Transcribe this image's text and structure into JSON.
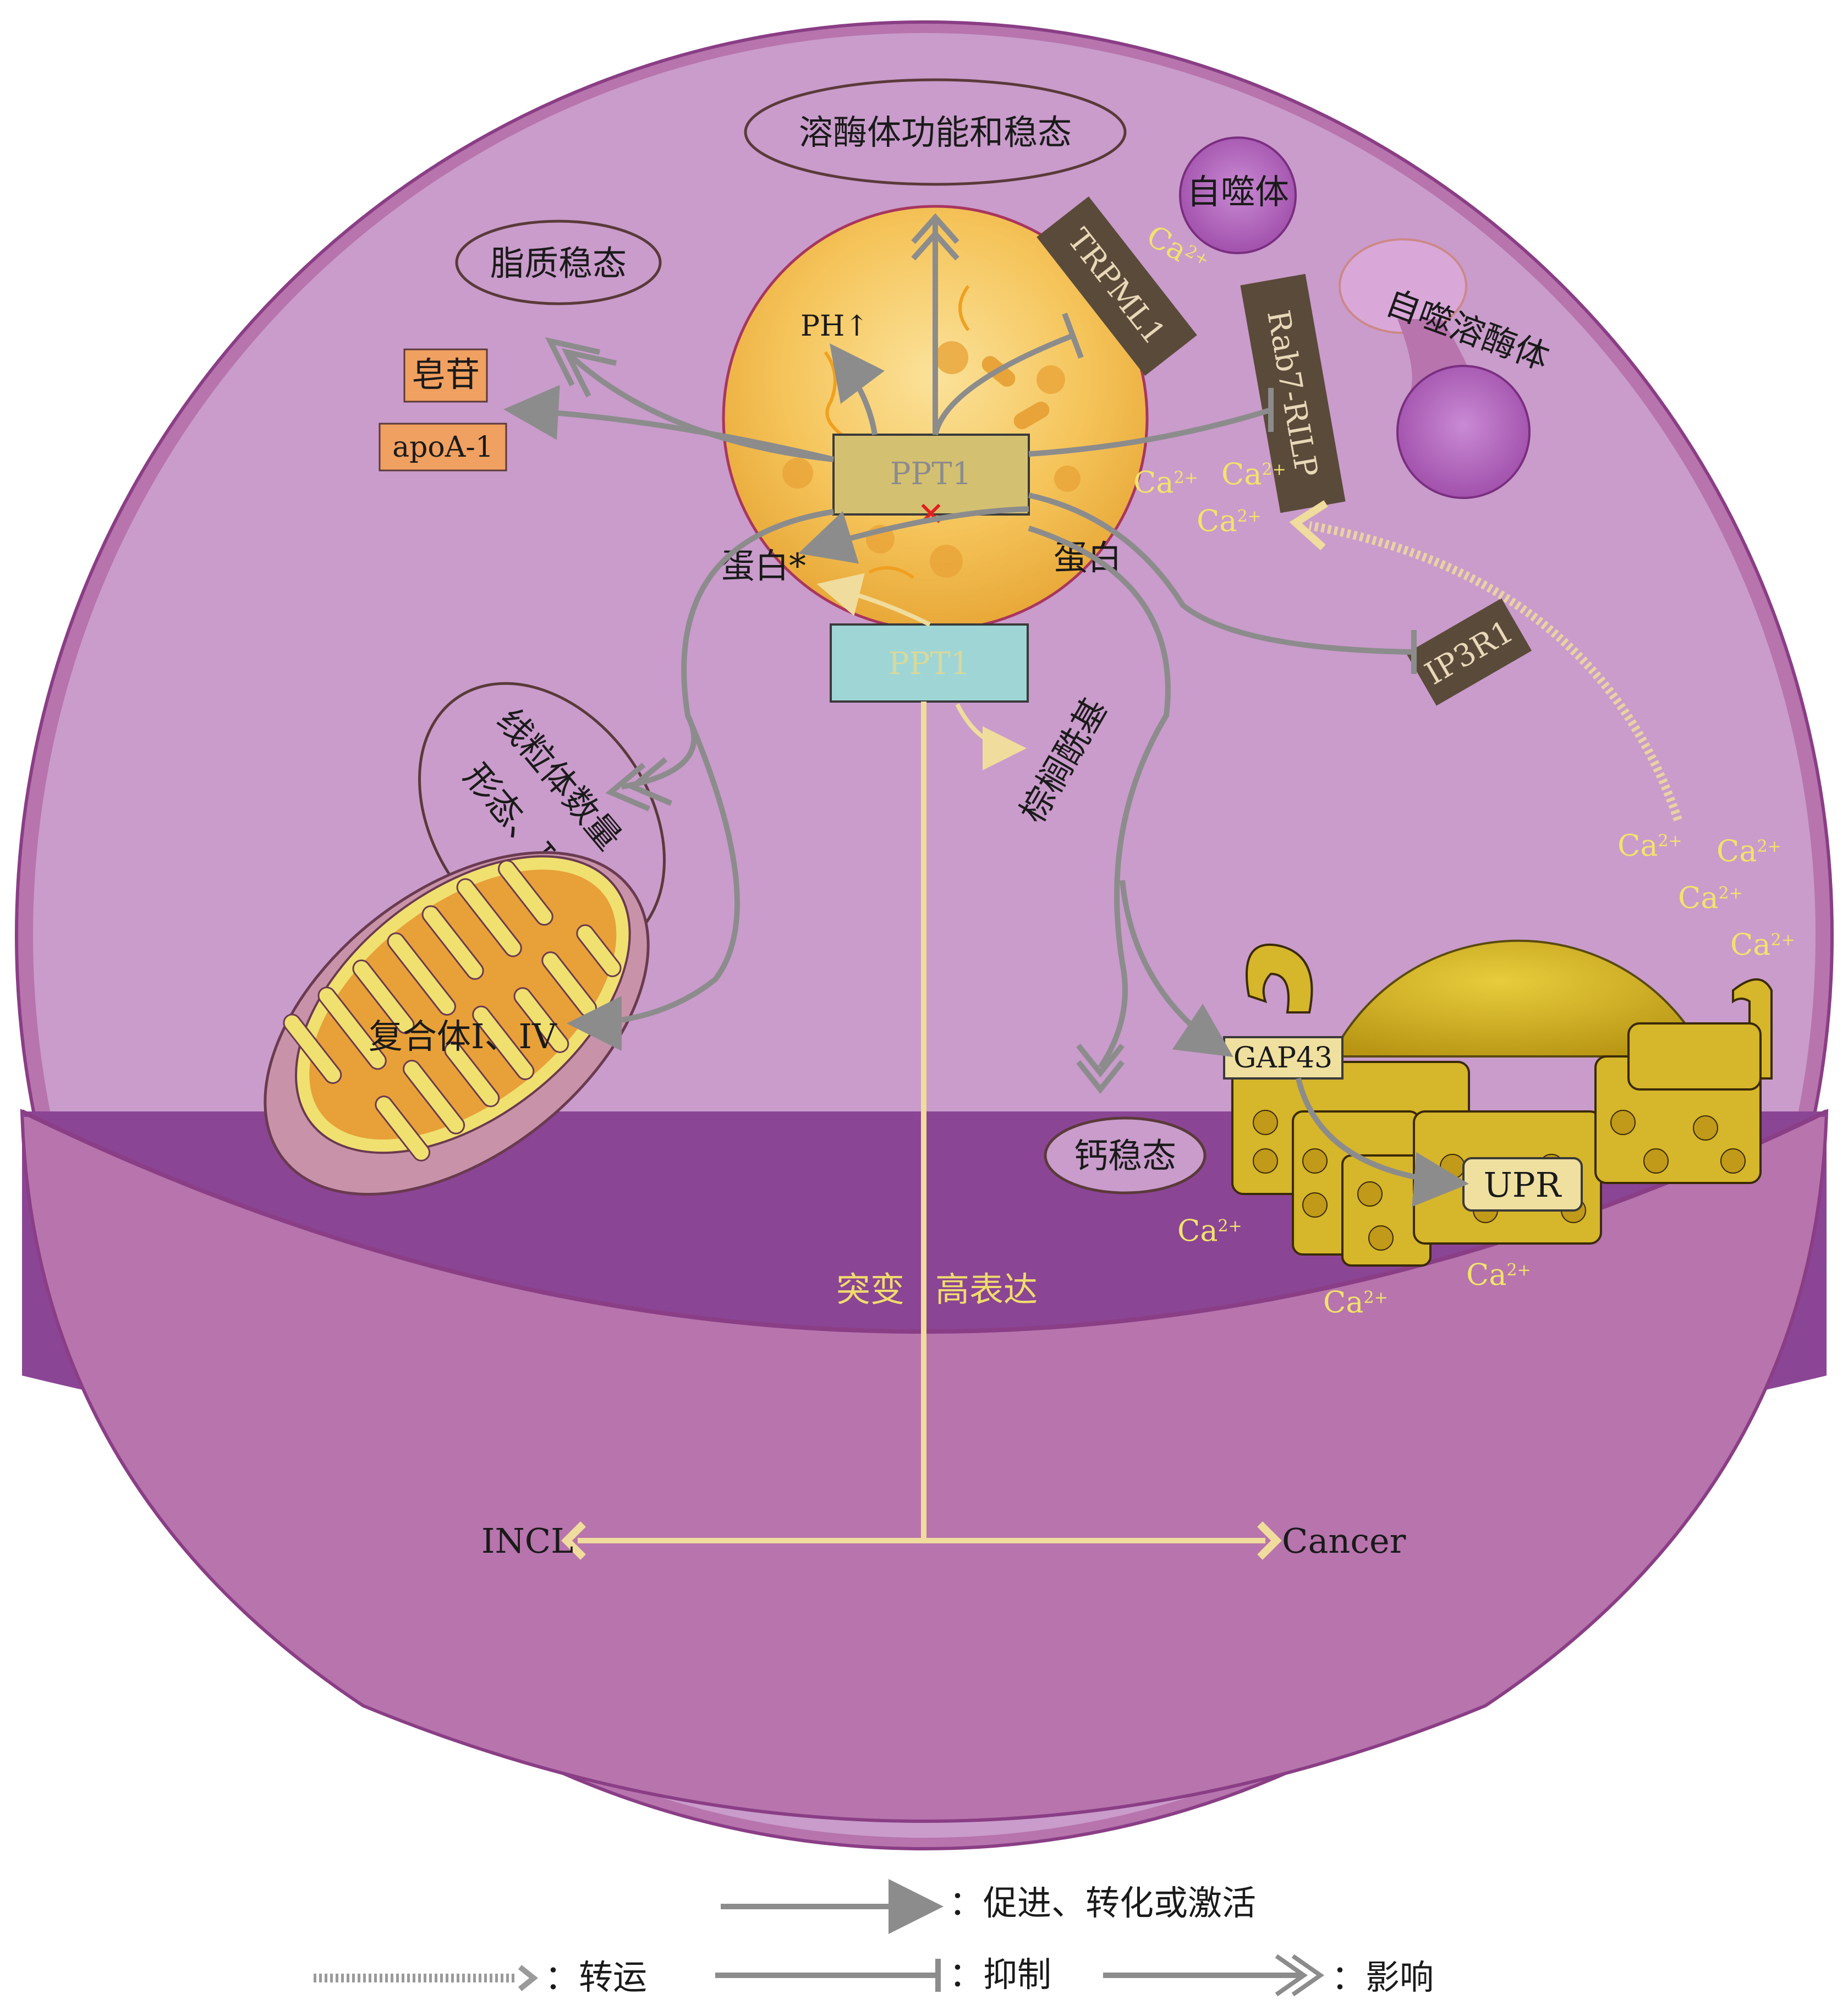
{
  "labels": {
    "lysosome_function": "溶酶体功能和稳态",
    "autophagosome": "自噬体",
    "lipid_homeostasis": "脂质稳态",
    "trpml1": "TRPML1",
    "saposin": "皂苷",
    "apoa1": "apoA-1",
    "ph": "PH↑",
    "rab7_rilp": "Rab7-RILP",
    "autolysosome": "自噬溶酶体",
    "ppt1_lysosome": "PPT1",
    "ppt1_cytosol": "PPT1",
    "protein_star": "蛋白*",
    "protein": "蛋白",
    "ip3r1": "IP3R1",
    "palmitoyl": "棕榈酰基",
    "mito_line1": "线粒体数量",
    "mito_line2": "形态、功能",
    "complex": "复合体I、IV",
    "gap43": "GAP43",
    "upr": "UPR",
    "calcium_homeostasis": "钙稳态",
    "mutation": "突变",
    "overexpression": "高表达",
    "incl": "INCL",
    "cancer": "Cancer",
    "ca_base": "Ca",
    "ca_sup": "2+"
  },
  "legend": {
    "promote": "：促进、转化或激活",
    "transport": "：转运",
    "inhibit": "：抑制",
    "influence": "：影响"
  },
  "colors": {
    "cell_outer": "#b774ad",
    "cell_cytoplasm": "#c99ccb",
    "cell_lower": "#8b4595",
    "lysosome": "#f2b84a",
    "ppt1_box": "#d4c071",
    "ppt1_cyto_box": "#9fd6d5",
    "nucleus": "#d6b62a",
    "mitochondria": "#e8a038",
    "arrow_gray": "#8c8c8c",
    "arrow_yellow": "#f0dc9c",
    "dark_box": "#5a4a3a",
    "orange_box": "#f0a060"
  }
}
